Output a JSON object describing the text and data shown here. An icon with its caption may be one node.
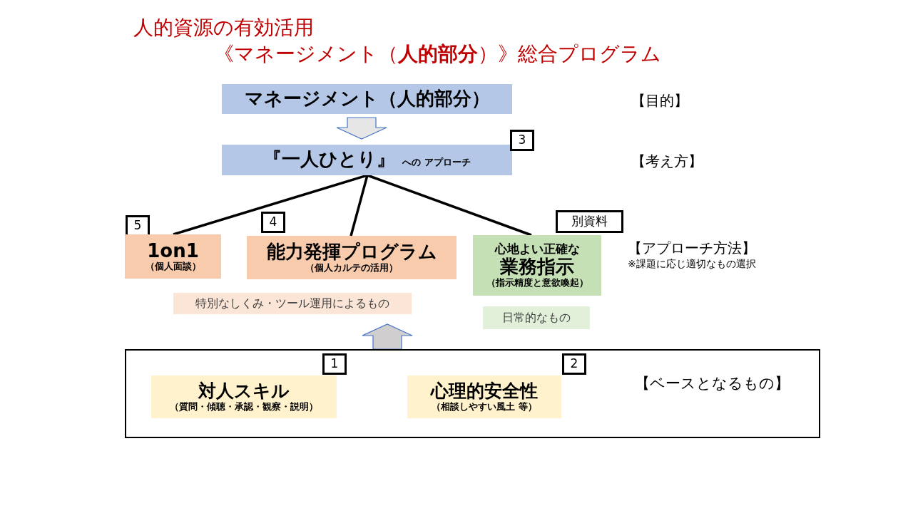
{
  "diagram": {
    "title": "人的資源の有効活用",
    "nodes": [
      {
        "text": [
          "マネージメント（人的部分）"
        ]
      },
      {
        "text": [
          "『一人ひとり』",
          "への アプローチ"
        ]
      },
      {
        "text": [
          "3"
        ]
      },
      {
        "text": [
          "5"
        ]
      },
      {
        "text": [
          "1on1",
          "（個人面談）"
        ]
      },
      {
        "text": [
          "4"
        ]
      },
      {
        "text": [
          "能力発揮プログラム",
          "（個人カルテの活用）"
        ]
      },
      {
        "text": [
          "別資料"
        ]
      },
      {
        "text": [
          "心地よい正確な",
          "業務指示",
          "（指示精度と意欲喚起）"
        ]
      },
      {
        "text": [
          "特別なしくみ・ツール運用によるもの"
        ]
      },
      {
        "text": [
          "日常的なもの"
        ]
      },
      {
        "text": [
          "【ベースとなるもの】"
        ]
      },
      {
        "text": [
          "1"
        ],
        "in": 11
      },
      {
        "text": [
          "対人スキル",
          "（質問・傾聴・承認・観察・説明）"
        ],
        "in": 11
      },
      {
        "text": [
          "2"
        ],
        "in": 11
      },
      {
        "text": [
          "心理的安全性",
          "（相談しやすい風土 等）"
        ],
        "in": 11
      }
    ],
    "edges": [
      {
        "from": 0,
        "to": 1,
        "arrow": "to",
        "style": "thick"
      },
      {
        "from": 1,
        "to": 4,
        "arrow": "none"
      },
      {
        "from": 1,
        "to": 6,
        "arrow": "none"
      },
      {
        "from": 1,
        "to": 8,
        "arrow": "none"
      },
      {
        "from": 11,
        "to": null,
        "arrow": "to",
        "style": "thick"
      }
    ],
    "labels": [
      "《マネージメント（**人的部分**）》総合プログラム",
      "【目的】",
      "【考え方】",
      "【アプローチ方法】",
      "※課題に応じ適切なもの選択"
    ]
  }
}
